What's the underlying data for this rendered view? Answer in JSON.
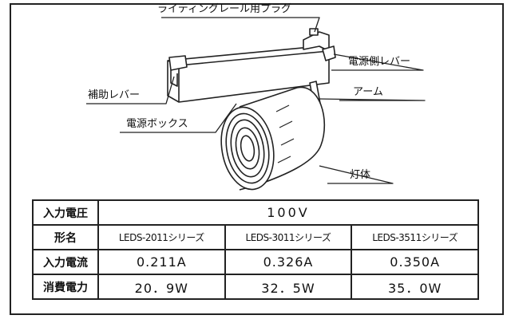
{
  "labels": {
    "plug": "ライティングレール用プラグ",
    "power_lever": "電源側レバー",
    "aux_lever": "補助レバー",
    "arm": "アーム",
    "power_box": "電源ボックス",
    "lamp_body": "灯体"
  },
  "table": {
    "rows": [
      {
        "header": "入力電圧",
        "values": [
          "100V"
        ]
      },
      {
        "header": "形名",
        "values": [
          "LEDS-2011シリーズ",
          "LEDS-3011シリーズ",
          "LEDS-3511シリーズ"
        ]
      },
      {
        "header": "入力電流",
        "values": [
          "0.211A",
          "0.326A",
          "0.350A"
        ]
      },
      {
        "header": "消費電力",
        "values": [
          "20．9W",
          "32．5W",
          "35．0W"
        ]
      }
    ]
  }
}
